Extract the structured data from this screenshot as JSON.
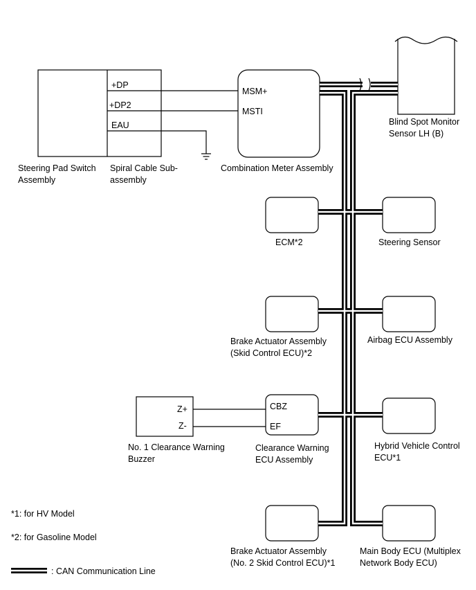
{
  "components": {
    "steering_pad_switch": [
      "Steering Pad Switch",
      "Assembly"
    ],
    "spiral_cable": [
      "Spiral Cable Sub-",
      "assembly"
    ],
    "combination_meter": [
      "Combination Meter Assembly"
    ],
    "blind_spot_monitor": [
      "Blind Spot Monitor",
      "Sensor LH (B)"
    ],
    "ecm": [
      "ECM*2"
    ],
    "steering_sensor": [
      "Steering Sensor"
    ],
    "brake_actuator": [
      "Brake Actuator Assembly",
      "(Skid Control ECU)*2"
    ],
    "airbag_ecu": [
      "Airbag ECU Assembly"
    ],
    "clearance_buzzer": [
      "No. 1 Clearance Warning",
      "Buzzer"
    ],
    "clearance_ecu": [
      "Clearance Warning",
      "ECU Assembly"
    ],
    "hybrid_ecu": [
      "Hybrid Vehicle Control",
      "ECU*1"
    ],
    "brake_actuator_2": [
      "Brake Actuator Assembly",
      "(No. 2 Skid Control ECU)*1"
    ],
    "main_body_ecu": [
      "Main Body ECU (Multiplex",
      "Network Body ECU)"
    ]
  },
  "pins": {
    "dp": "+DP",
    "dp2": "+DP2",
    "eau": "EAU",
    "msm": "MSM+",
    "msti": "MSTI",
    "zplus": "Z+",
    "zminus": "Z-",
    "cbz": "CBZ",
    "ef": "EF"
  },
  "notes": {
    "hv": "*1: for HV Model",
    "gasoline": "*2: for Gasoline Model"
  },
  "legend": {
    "can_line": ": CAN Communication Line"
  }
}
